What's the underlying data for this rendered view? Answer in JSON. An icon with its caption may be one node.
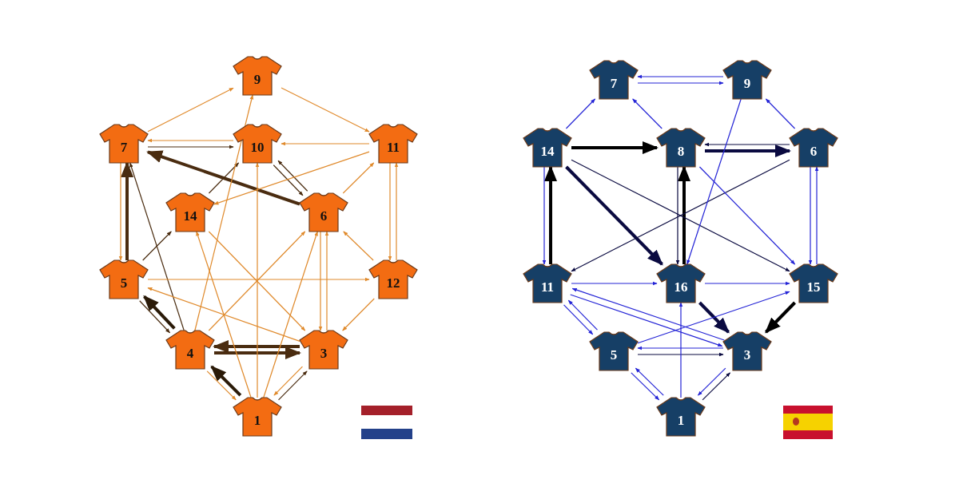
{
  "diagram": {
    "nodes": [
      {
        "text": [
          "9"
        ]
      },
      {
        "text": [
          "7"
        ]
      },
      {
        "text": [
          "10"
        ]
      },
      {
        "text": [
          "11"
        ]
      },
      {
        "text": [
          "14"
        ]
      },
      {
        "text": [
          "6"
        ]
      },
      {
        "text": [
          "5"
        ]
      },
      {
        "text": [
          "12"
        ]
      },
      {
        "text": [
          "4"
        ]
      },
      {
        "text": [
          "3"
        ]
      },
      {
        "text": [
          "1"
        ]
      },
      {
        "text": [
          "7"
        ]
      },
      {
        "text": [
          "9"
        ]
      },
      {
        "text": [
          "14"
        ]
      },
      {
        "text": [
          "8"
        ]
      },
      {
        "text": [
          "6"
        ]
      },
      {
        "text": [
          "11"
        ]
      },
      {
        "text": [
          "16"
        ]
      },
      {
        "text": [
          "15"
        ]
      },
      {
        "text": [
          "5"
        ]
      },
      {
        "text": [
          "3"
        ]
      },
      {
        "text": [
          "1"
        ]
      }
    ],
    "edges": [
      {
        "from": 1,
        "to": 2,
        "arrow": "to",
        "color": "#4a2c10"
      },
      {
        "from": 2,
        "to": 1,
        "arrow": "to",
        "color": "#e08a2c"
      },
      {
        "from": 5,
        "to": 1,
        "arrow": "to",
        "style": "thick",
        "color": "#4a2c10"
      },
      {
        "from": 4,
        "to": 2,
        "arrow": "to",
        "color": "#4a2c10"
      },
      {
        "from": 6,
        "to": 1,
        "arrow": "to",
        "style": "thick",
        "color": "#4a2c10"
      },
      {
        "from": 1,
        "to": 6,
        "arrow": "to",
        "color": "#e08a2c"
      },
      {
        "from": 8,
        "to": 1,
        "arrow": "to",
        "color": "#4a2c10"
      },
      {
        "from": 8,
        "to": 6,
        "arrow": "to",
        "style": "thick",
        "color": "#2a1a08"
      },
      {
        "from": 6,
        "to": 8,
        "arrow": "to",
        "color": "#4a2c10"
      },
      {
        "from": 8,
        "to": 9,
        "arrow": "to",
        "style": "thick",
        "color": "#4a2c10"
      },
      {
        "from": 9,
        "to": 8,
        "arrow": "to",
        "style": "thick",
        "color": "#4a2c10"
      },
      {
        "from": 10,
        "to": 8,
        "arrow": "to",
        "style": "thick",
        "color": "#2a1a08"
      },
      {
        "from": 8,
        "to": 10,
        "arrow": "to",
        "color": "#e08a2c"
      },
      {
        "from": 10,
        "to": 9,
        "arrow": "to",
        "color": "#4a2c10"
      },
      {
        "from": 9,
        "to": 10,
        "arrow": "to",
        "color": "#e08a2c"
      },
      {
        "from": 1,
        "to": 0,
        "arrow": "to",
        "color": "#e08a2c"
      },
      {
        "from": 0,
        "to": 3,
        "arrow": "to",
        "color": "#e08a2c"
      },
      {
        "from": 5,
        "to": 2,
        "arrow": "to",
        "color": "#4a2c10"
      },
      {
        "from": 2,
        "to": 5,
        "arrow": "to",
        "color": "#4a2c10"
      },
      {
        "from": 5,
        "to": 9,
        "arrow": "to",
        "color": "#e08a2c"
      },
      {
        "from": 9,
        "to": 5,
        "arrow": "to",
        "color": "#e08a2c"
      },
      {
        "from": 3,
        "to": 7,
        "arrow": "to",
        "color": "#e08a2c"
      },
      {
        "from": 7,
        "to": 3,
        "arrow": "to",
        "color": "#e08a2c"
      },
      {
        "from": 7,
        "to": 9,
        "arrow": "to",
        "color": "#e08a2c"
      },
      {
        "from": 6,
        "to": 4,
        "arrow": "to",
        "color": "#4a2c10"
      },
      {
        "from": 10,
        "to": 2,
        "arrow": "to",
        "color": "#e08a2c"
      },
      {
        "from": 10,
        "to": 5,
        "arrow": "to",
        "color": "#e08a2c"
      },
      {
        "from": 8,
        "to": 0,
        "arrow": "to",
        "color": "#e08a2c"
      },
      {
        "from": 3,
        "to": 4,
        "arrow": "to",
        "color": "#e08a2c"
      },
      {
        "from": 3,
        "to": 2,
        "arrow": "to",
        "color": "#e08a2c"
      },
      {
        "from": 5,
        "to": 3,
        "arrow": "to",
        "color": "#e08a2c"
      },
      {
        "from": 7,
        "to": 5,
        "arrow": "to",
        "color": "#e08a2c"
      },
      {
        "from": 6,
        "to": 7,
        "arrow": "to",
        "color": "#e08a2c"
      },
      {
        "from": 4,
        "to": 9,
        "arrow": "to",
        "color": "#e08a2c"
      },
      {
        "from": 8,
        "to": 5,
        "arrow": "to",
        "color": "#e08a2c"
      },
      {
        "from": 10,
        "to": 4,
        "arrow": "to",
        "color": "#e08a2c"
      },
      {
        "from": 9,
        "to": 6,
        "arrow": "to",
        "color": "#e08a2c"
      },
      {
        "from": 11,
        "to": 12,
        "arrow": "to",
        "color": "#2424d6"
      },
      {
        "from": 12,
        "to": 11,
        "arrow": "to",
        "color": "#2424d6"
      },
      {
        "from": 13,
        "to": 14,
        "arrow": "to",
        "style": "thick",
        "color": "#000000"
      },
      {
        "from": 14,
        "to": 15,
        "arrow": "to",
        "style": "thick",
        "color": "#0a0a40"
      },
      {
        "from": 15,
        "to": 14,
        "arrow": "to",
        "color": "#0a0a40"
      },
      {
        "from": 16,
        "to": 13,
        "arrow": "to",
        "style": "thick",
        "color": "#000000"
      },
      {
        "from": 13,
        "to": 16,
        "arrow": "to",
        "color": "#2424d6"
      },
      {
        "from": 17,
        "to": 14,
        "arrow": "to",
        "style": "thick",
        "color": "#000000"
      },
      {
        "from": 14,
        "to": 17,
        "arrow": "to",
        "color": "#0a0a40"
      },
      {
        "from": 13,
        "to": 17,
        "arrow": "to",
        "style": "thick",
        "color": "#0a0a40"
      },
      {
        "from": 15,
        "to": 18,
        "arrow": "to",
        "color": "#2424d6"
      },
      {
        "from": 18,
        "to": 15,
        "arrow": "to",
        "color": "#2424d6"
      },
      {
        "from": 18,
        "to": 20,
        "arrow": "to",
        "style": "thick",
        "color": "#000000"
      },
      {
        "from": 17,
        "to": 20,
        "arrow": "to",
        "style": "thick",
        "color": "#0a0a40"
      },
      {
        "from": 19,
        "to": 20,
        "arrow": "to",
        "color": "#0a0a40"
      },
      {
        "from": 20,
        "to": 19,
        "arrow": "to",
        "color": "#2424d6"
      },
      {
        "from": 16,
        "to": 19,
        "arrow": "to",
        "color": "#2424d6"
      },
      {
        "from": 19,
        "to": 16,
        "arrow": "to",
        "color": "#2424d6"
      },
      {
        "from": 21,
        "to": 20,
        "arrow": "to",
        "color": "#0a0a40"
      },
      {
        "from": 20,
        "to": 21,
        "arrow": "to",
        "color": "#2424d6"
      },
      {
        "from": 19,
        "to": 21,
        "arrow": "to",
        "color": "#2424d6"
      },
      {
        "from": 21,
        "to": 19,
        "arrow": "to",
        "color": "#2424d6"
      },
      {
        "from": 13,
        "to": 11,
        "arrow": "to",
        "color": "#2424d6"
      },
      {
        "from": 14,
        "to": 11,
        "arrow": "to",
        "color": "#2424d6"
      },
      {
        "from": 15,
        "to": 12,
        "arrow": "to",
        "color": "#2424d6"
      },
      {
        "from": 15,
        "to": 16,
        "arrow": "to",
        "color": "#0a0a40"
      },
      {
        "from": 13,
        "to": 18,
        "arrow": "to",
        "color": "#0a0a40"
      },
      {
        "from": 14,
        "to": 18,
        "arrow": "to",
        "color": "#2424d6"
      },
      {
        "from": 16,
        "to": 17,
        "arrow": "to",
        "color": "#2424d6"
      },
      {
        "from": 17,
        "to": 18,
        "arrow": "to",
        "color": "#2424d6"
      },
      {
        "from": 21,
        "to": 17,
        "arrow": "to",
        "color": "#2424d6"
      },
      {
        "from": 16,
        "to": 20,
        "arrow": "to",
        "color": "#2424d6"
      },
      {
        "from": 19,
        "to": 18,
        "arrow": "to",
        "color": "#2424d6"
      },
      {
        "from": 20,
        "to": 16,
        "arrow": "to",
        "color": "#2424d6"
      },
      {
        "from": 12,
        "to": 17,
        "arrow": "to",
        "color": "#2424d6"
      }
    ]
  }
}
